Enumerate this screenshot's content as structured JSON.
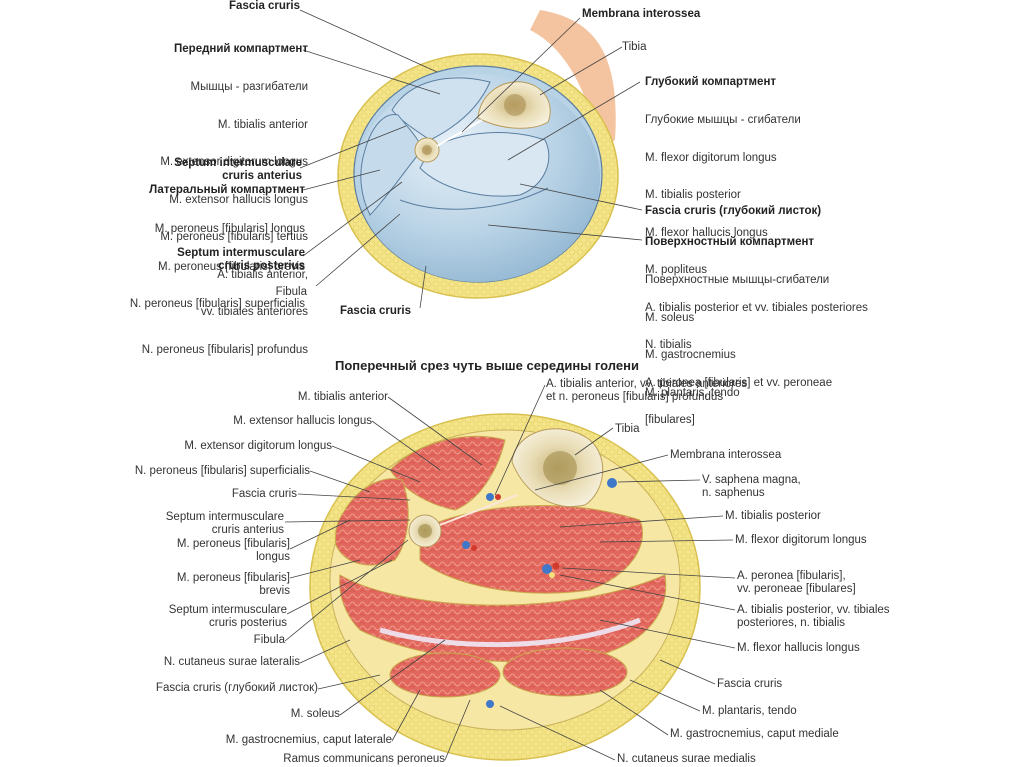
{
  "top_figure": {
    "labels": {
      "fascia_cruris_top": "Fascia cruris",
      "membrana_interossea": "Membrana interossea",
      "tibia": "Tibia",
      "anterior_compartment": "Передний компартмент",
      "anterior_items": [
        "Мышцы - разгибатели",
        "M. tibialis anterior",
        "M. extensor digitorum longus",
        "M. extensor hallucis longus",
        "M. peroneus [fibularis] tertius",
        "A. tibialis anterior,",
        "vv. tibiales anteriores",
        "N. peroneus [fibularis] profundus"
      ],
      "septum_anterius": "Septum intermusculare\ncruris anterius",
      "lateral_compartment": "Латеральный компартмент",
      "lateral_items": [
        "M. peroneus [fibularis] longus",
        "M. peroneus [fibularis] brevis",
        "N. peroneus [fibularis] superficialis"
      ],
      "septum_posterius": "Septum intermusculare\ncruris posterius",
      "fibula": "Fibula",
      "fascia_cruris_bottom": "Fascia cruris",
      "deep_compartment": "Глубокий компартмент",
      "deep_items": [
        "Глубокие мышцы - сгибатели",
        "M. flexor digitorum longus",
        "M. tibialis posterior",
        "M. flexor hallucis longus",
        "M. popliteus",
        "A. tibialis posterior et vv. tibiales posteriores",
        "N. tibialis",
        "A. peronea [fibularis] et vv. peroneae",
        "[fibulares]"
      ],
      "fascia_deep": "Fascia cruris (глубокий листок)",
      "superficial_compartment": "Поверхностный компартмент",
      "superficial_items": [
        "Поверхностные мышцы-сгибатели",
        "M. soleus",
        "M. gastrocnemius",
        "M. plantaris, tendo"
      ]
    }
  },
  "bottom_figure": {
    "title": "Поперечный срез чуть выше середины голени",
    "left_labels": [
      "M. tibialis anterior",
      "M. extensor hallucis longus",
      "M. extensor digitorum longus",
      "N. peroneus [fibularis] superficialis",
      "Fascia cruris",
      "Septum intermusculare\ncruris anterius",
      "M. peroneus [fibularis]\nlongus",
      "M. peroneus [fibularis]\nbrevis",
      "Septum intermusculare\ncruris posterius",
      "Fibula",
      "N. cutaneus surae lateralis",
      "Fascia cruris (глубокий листок)",
      "M. soleus",
      "M. gastrocnemius, caput laterale",
      "Ramus communicans peroneus"
    ],
    "right_labels": [
      "A. tibialis anterior, vv. tibiales anteriores\net n. peroneus [fibularis] profundus",
      "Tibia",
      "Membrana interossea",
      "V. saphena magna,\nn. saphenus",
      "M. tibialis posterior",
      "M. flexor digitorum longus",
      "A. peronea [fibularis],\nvv. peroneae [fibulares]",
      "A. tibialis posterior, vv. tibiales\nposteriores, n. tibialis",
      "M. flexor hallucis longus",
      "Fascia cruris",
      "M. plantaris, tendo",
      "M. gastrocnemius, caput mediale",
      "N. cutaneus surae medialis"
    ]
  },
  "colors": {
    "fat": "#f3e27a",
    "fat_edge": "#d9c150",
    "compartment_blue": "#a9c8df",
    "compartment_light": "#d9e8f3",
    "muscle": "#e2675c",
    "muscle_light": "#ef8f82",
    "bone": "#efe7c8",
    "skin": "#f2b98e",
    "line": "#4a4a4a"
  }
}
